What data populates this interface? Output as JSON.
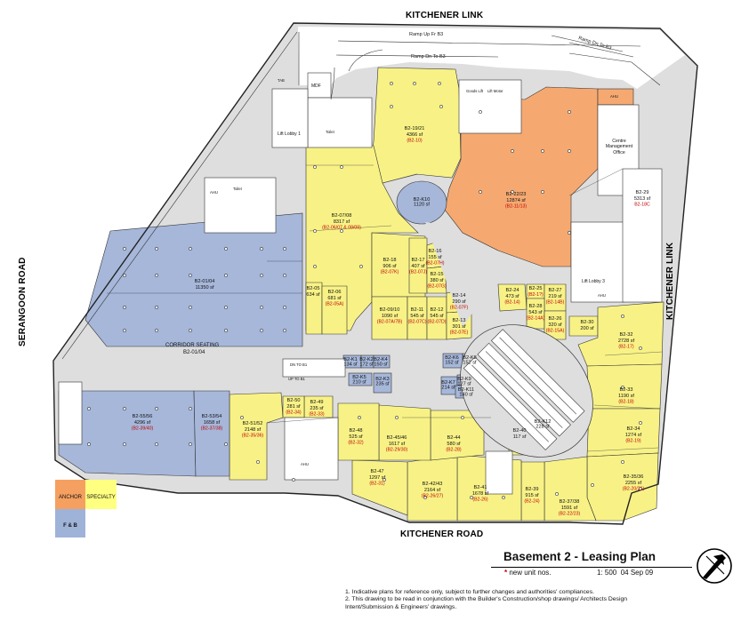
{
  "roads": {
    "north": "KITCHENER LINK",
    "south": "KITCHENER ROAD",
    "west": "SERANGOON ROAD",
    "east": "KITCHENER LINK"
  },
  "ramps": {
    "up": "Ramp Up Fr B3",
    "down": "Ramp Dn To B3",
    "down_east": "Ramp Dn To B3"
  },
  "service": {
    "mdf": "MDF",
    "tab": "TAB",
    "goods_lift": "Goods Lift",
    "lift_motor": "Lift Motor",
    "lift_lobby_1": "Lift Lobby 1",
    "lift_lobby_3": "Lift Lobby 3",
    "toilet": "Toilet",
    "ahu": "AHU",
    "centre_office": "Centre Management Office",
    "corridor": "CORRIDOR SEATING"
  },
  "units": [
    {
      "id": "B2-19/21",
      "area": "4366 sf",
      "new": "(B2-10)"
    },
    {
      "id": "B2-22/23",
      "area": "12874 sf",
      "new": "(B2-11/13)"
    },
    {
      "id": "B2-29",
      "area": "5313 sf",
      "new": "B2-18C"
    },
    {
      "id": "B2-K10",
      "area": "1120 sf",
      "new": ""
    },
    {
      "id": "B2-07/08",
      "area": "8317 sf",
      "new": "(B2-06/07 & 08/09)"
    },
    {
      "id": "B2-01/04",
      "area": "11350 sf",
      "new": ""
    },
    {
      "id": "B2-18",
      "area": "906 sf",
      "new": "(B2-07K)"
    },
    {
      "id": "B2-17",
      "area": "407 sf",
      "new": "(B2-07J)"
    },
    {
      "id": "B2-16",
      "area": "155 sf",
      "new": "(B2-07H)"
    },
    {
      "id": "B2-15",
      "area": "380 sf",
      "new": "(B2-07G)"
    },
    {
      "id": "B2-05",
      "area": "634 sf",
      "new": ""
    },
    {
      "id": "B2-06",
      "area": "681 sf",
      "new": "(B2-05A)"
    },
    {
      "id": "B2-09/10",
      "area": "1090 sf",
      "new": "(B2-07A/7B)"
    },
    {
      "id": "B2-11",
      "area": "545 sf",
      "new": "(B2-07C)"
    },
    {
      "id": "B2-12",
      "area": "545 sf",
      "new": "(B2-07D)"
    },
    {
      "id": "B2-14",
      "area": "290 sf",
      "new": "(B2-07F)"
    },
    {
      "id": "B2-13",
      "area": "301 sf",
      "new": "(B2-07E)"
    },
    {
      "id": "B2-24",
      "area": "473 sf",
      "new": "(B2-14)"
    },
    {
      "id": "B2-25",
      "area": "",
      "new": "(B2-1?)"
    },
    {
      "id": "B2-27",
      "area": "219 sf",
      "new": "(B2-14B)"
    },
    {
      "id": "B2-28",
      "area": "543 sf",
      "new": "(B2-14A)"
    },
    {
      "id": "B2-26",
      "area": "320 sf",
      "new": "(B2-15A)"
    },
    {
      "id": "B2-30",
      "area": "200 sf",
      "new": ""
    },
    {
      "id": "B2-32",
      "area": "2728 sf",
      "new": "(B2-17)"
    },
    {
      "id": "B2-33",
      "area": "1190 sf",
      "new": "(B2-18)"
    },
    {
      "id": "B2-34",
      "area": "1274 sf",
      "new": "(B2-19)"
    },
    {
      "id": "B2-35/36",
      "area": "2255 sf",
      "new": "(B2-20/21)"
    },
    {
      "id": "B2-37/38",
      "area": "1591 sf",
      "new": "(B2-22/23)"
    },
    {
      "id": "B2-39",
      "area": "915 sf",
      "new": "(B2-24)"
    },
    {
      "id": "B2-40",
      "area": "117 sf",
      "new": ""
    },
    {
      "id": "B2-41",
      "area": "1678 sf",
      "new": "(B2-26)"
    },
    {
      "id": "B2-42/43",
      "area": "2164 sf",
      "new": "(B2-26/27)"
    },
    {
      "id": "B2-44",
      "area": "580 sf",
      "new": "(B2-28)"
    },
    {
      "id": "B2-45/46",
      "area": "1617 sf",
      "new": "(B2-29/30)"
    },
    {
      "id": "B2-47",
      "area": "1297 sf",
      "new": "(B2-31)"
    },
    {
      "id": "B2-48",
      "area": "525 sf",
      "new": "(B2-32)"
    },
    {
      "id": "B2-49",
      "area": "235 sf",
      "new": "(B2-33)"
    },
    {
      "id": "B2-50",
      "area": "281 sf",
      "new": "(B2-34)"
    },
    {
      "id": "B2-51/52",
      "area": "2148 sf",
      "new": "(B2-35/36)"
    },
    {
      "id": "B2-53/54",
      "area": "1658 sf",
      "new": "(B2-37/38)"
    },
    {
      "id": "B2-55/56",
      "area": "4296 sf",
      "new": "(B2-39/40)"
    },
    {
      "id": "B2-K1",
      "area": "134 sf",
      "new": ""
    },
    {
      "id": "B2-K2",
      "area": "172 sf",
      "new": ""
    },
    {
      "id": "B2-K4",
      "area": "150 sf",
      "new": ""
    },
    {
      "id": "B2-K5",
      "area": "210 sf",
      "new": ""
    },
    {
      "id": "B2-K3",
      "area": "235 sf",
      "new": ""
    },
    {
      "id": "B2-K6",
      "area": "152 sf",
      "new": ""
    },
    {
      "id": "B2-K8",
      "area": "152 sf",
      "new": ""
    },
    {
      "id": "B2-K9",
      "area": "127 sf",
      "new": ""
    },
    {
      "id": "B2-K7",
      "area": "214 sf",
      "new": ""
    },
    {
      "id": "B2-K11",
      "area": "140 sf",
      "new": ""
    },
    {
      "id": "B2-K12",
      "area": "228 sf",
      "new": ""
    }
  ],
  "corridor_unit": "B2-01/04",
  "legend": {
    "anchor": "ANCHOR",
    "specialty": "SPECIALTY",
    "fb": "F & B",
    "anchor_color": "#f4a460",
    "specialty_color": "#ffff80",
    "fb_color": "#9fb3d9"
  },
  "colors": {
    "specialty": "#f8f286",
    "anchor": "#f5a971",
    "fb": "#a6b7da",
    "corridor": "#dcdcdc"
  },
  "title": {
    "main": "Basement 2 - Leasing Plan",
    "new_note": "new unit nos.",
    "scale": "1: 500",
    "date": "04 Sep 09"
  },
  "notes": [
    "1. Indicative plans for reference only, subject to further changes and authorities' compliances.",
    "2. This drawing to be read in conjunction with the Builder's Construction/shop drawings/ Architects Design",
    "Intent/Submission & Engineers' drawings."
  ],
  "dn_up": {
    "dn": "DN TO B1",
    "up": "UP TO B1"
  },
  "north_arrow": "north-arrow-icon"
}
